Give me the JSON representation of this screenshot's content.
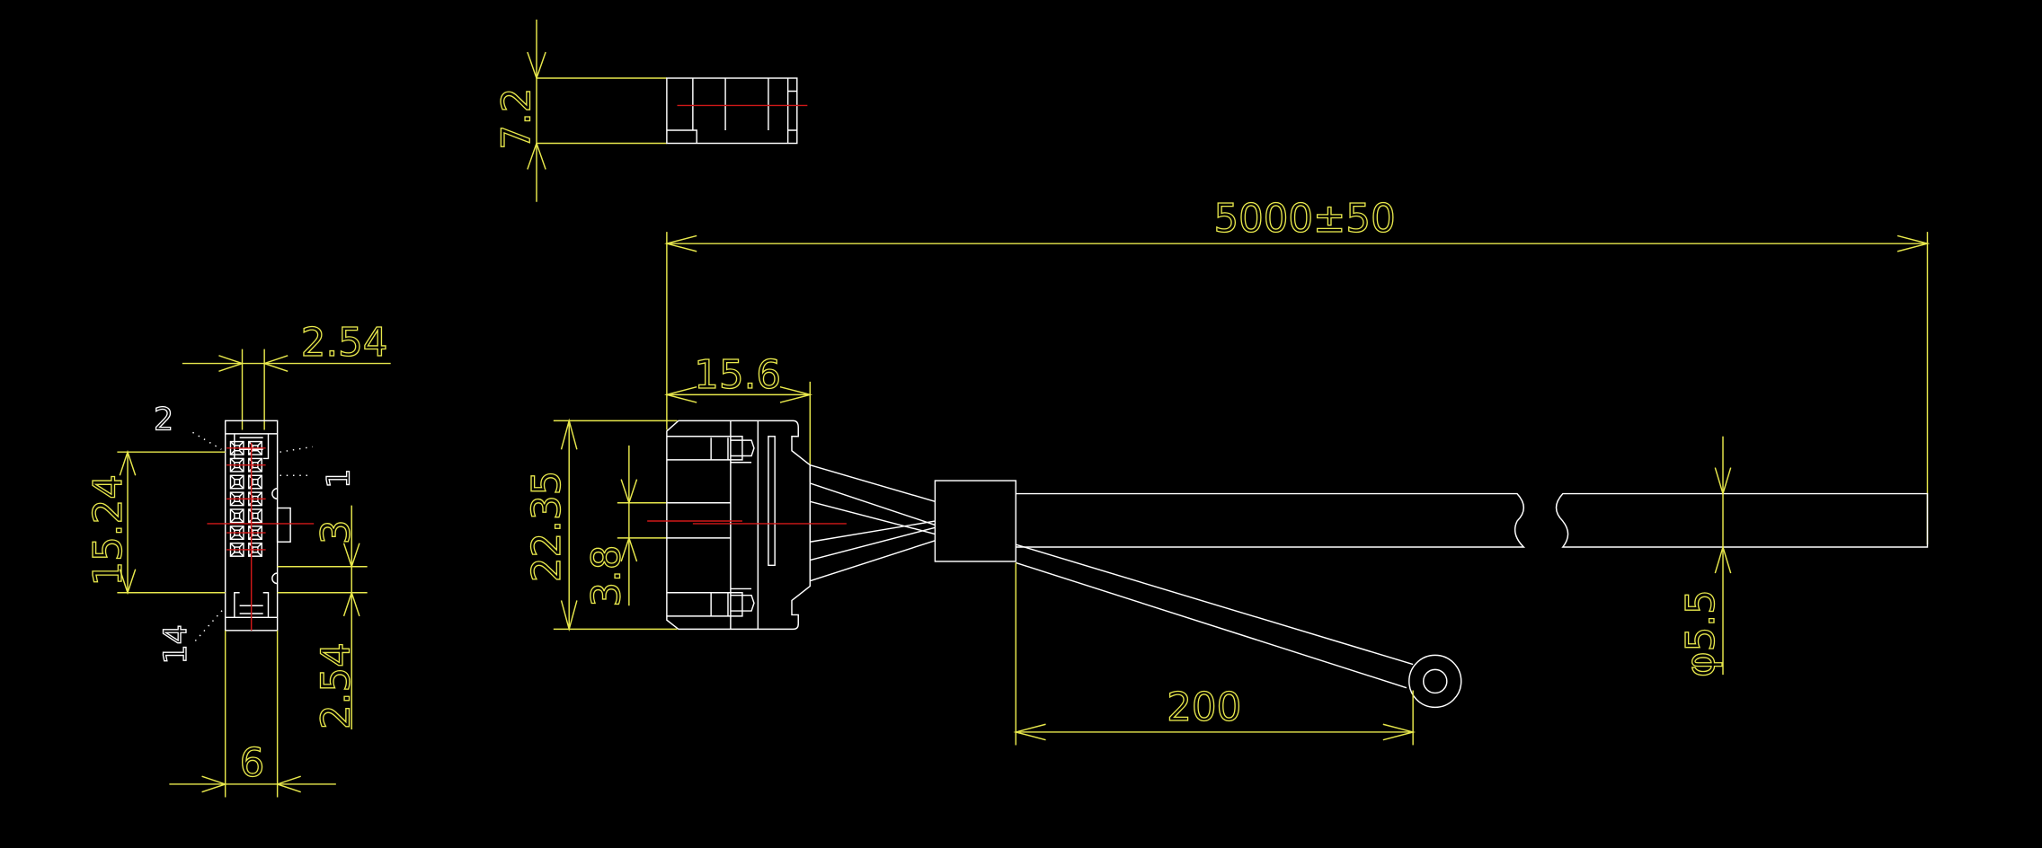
{
  "drawing": {
    "colors": {
      "dimension": "#e8e84c",
      "outline": "#ffffff",
      "centerline": "#d01818",
      "background": "#000000"
    },
    "top_view": {
      "height_dim": "7.2"
    },
    "front_view": {
      "pitch_top": "2.54",
      "span_height": "15.24",
      "offset": "3",
      "pitch_bottom": "2.54",
      "width": "6",
      "pin_labels": {
        "pin2": "2",
        "pin1": "1",
        "pin14": "14"
      }
    },
    "side_view": {
      "overall_length": "5000±50",
      "connector_depth": "15.6",
      "connector_height": "22.35",
      "key_height": "3.8",
      "branch_length": "200",
      "cable_diameter": "φ5.5"
    }
  }
}
